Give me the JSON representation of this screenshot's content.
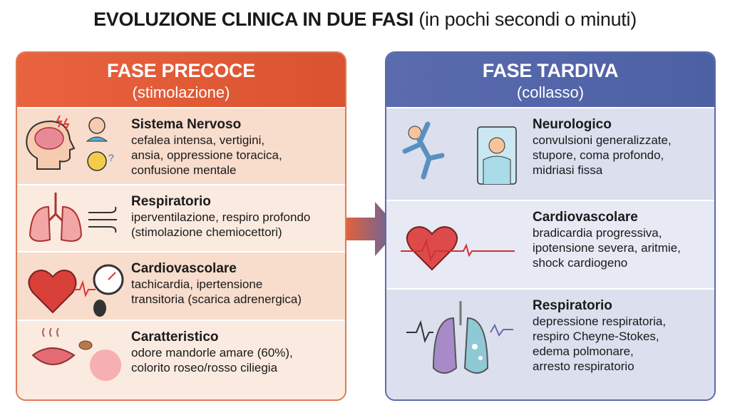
{
  "title": {
    "bold": "EVOLUZIONE CLINICA IN DUE FASI",
    "normal": "(in pochi secondi o minuti)"
  },
  "early": {
    "title": "FASE PRECOCE",
    "subtitle": "(stimolazione)",
    "rows": [
      {
        "heading": "Sistema Nervoso",
        "lines": [
          "cefalea intensa, vertigini,",
          "ansia, oppressione toracica,",
          "confusione mentale"
        ]
      },
      {
        "heading": "Respiratorio",
        "lines": [
          "iperventilazione, respiro profondo",
          "(stimolazione chemiocettori)"
        ]
      },
      {
        "heading": "Cardiovascolare",
        "lines": [
          "tachicardia, ipertensione",
          "transitoria (scarica adrenergica)"
        ]
      },
      {
        "heading": "Caratteristico",
        "lines": [
          "odore mandorle amare (60%),",
          "colorito roseo/rosso ciliegia"
        ]
      }
    ]
  },
  "late": {
    "title": "FASE TARDIVA",
    "subtitle": "(collasso)",
    "rows": [
      {
        "heading": "Neurologico",
        "lines": [
          "convulsioni generalizzate,",
          "stupore, coma profondo,",
          "midriasi fissa"
        ]
      },
      {
        "heading": "Cardiovascolare",
        "lines": [
          "bradicardia progressiva,",
          "ipotensione severa, aritmie,",
          "shock cardiogeno"
        ]
      },
      {
        "heading": "Respiratorio",
        "lines": [
          "depressione respiratoria,",
          "respiro Cheyne-Stokes,",
          "edema polmonare,",
          "arresto respiratorio"
        ]
      }
    ]
  },
  "colors": {
    "early": "#e45c38",
    "late": "#5466a9"
  }
}
